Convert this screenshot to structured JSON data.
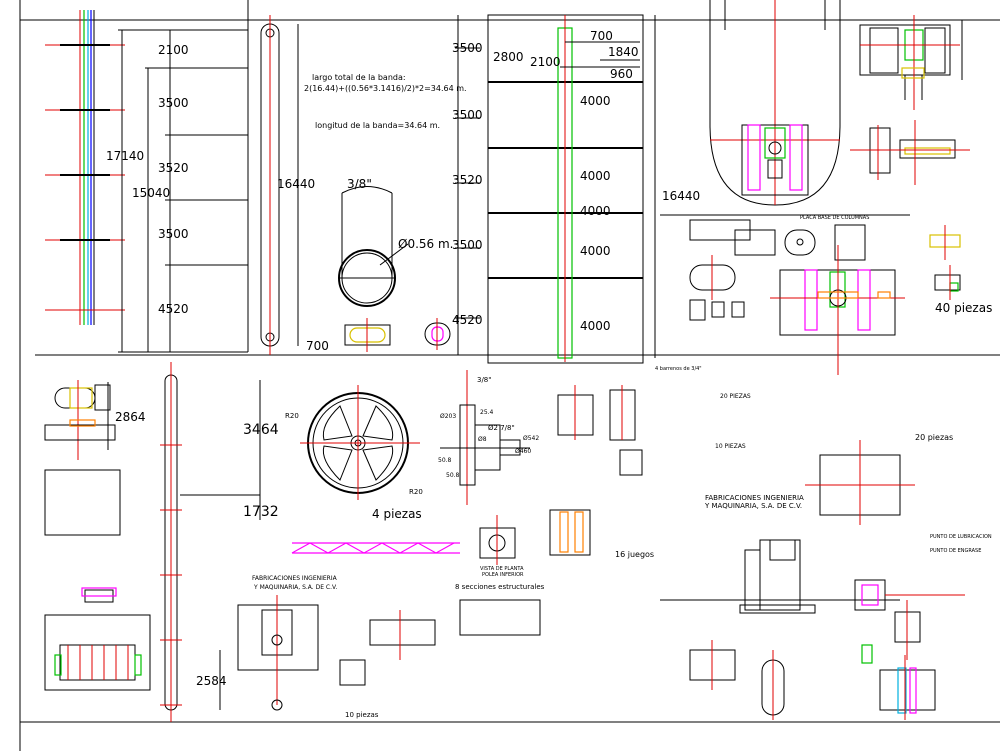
{
  "colors": {
    "background": "#ffffff",
    "linework": "#000000",
    "centerline": "#e00000",
    "accent_green": "#00c000",
    "accent_magenta": "#ff00ff",
    "accent_cyan": "#00b0e0",
    "accent_blue": "#0000ff"
  },
  "tower_elevation": {
    "dims": [
      "2100",
      "3500",
      "3520",
      "3500",
      "4520"
    ],
    "overall_outer": "17140",
    "overall_inner": "15040",
    "belt_height": "16440"
  },
  "belt_note": {
    "line1": "largo total de la banda:",
    "line2": "2(16.44)+((0.56*3.1416)/2)*2=34.64  m.",
    "line3": "longitud de la banda=34.64  m."
  },
  "pulley_small": {
    "plate": "3/8\"",
    "diameter": "Ø0.56  m."
  },
  "bottom_dim": "700",
  "column_frame": {
    "top_dims": [
      "700",
      "1840",
      "2800",
      "2100",
      "960"
    ],
    "left_dims": [
      "3500",
      "3500",
      "3520",
      "3500",
      "4520"
    ],
    "spacing": [
      "4000",
      "4000",
      "4000",
      "4000",
      "4000"
    ],
    "height": "16440"
  },
  "pulley_large": {
    "radius_in": "R20",
    "radius_out": "R20",
    "dims": [
      "3464",
      "1732",
      "2864",
      "2584"
    ],
    "plate": "3/8\"",
    "shaft_d": "Ø2 7/8\"",
    "shaft_vals": [
      "Ø203",
      "25.4",
      "Ø8",
      "Ø542",
      "Ø460",
      "50.8",
      "50.8"
    ],
    "note": "4  piezas"
  },
  "labels": {
    "company1_a": "FABRICACIONES  INGENIERIA",
    "company1_b": "Y  MAQUINARIA,  S.A.  DE  C.V.",
    "company2_a": "FABRICACIONES  INGENIERIA",
    "company2_b": "Y  MAQUINARIA,  S.A.  DE  C.V.",
    "sections": "8  secciones  estructurales",
    "juegos": "16  juegos",
    "piezas_10": "10  piezas",
    "piezas_40": "40  piezas",
    "piezas_20a": "20  PIEZAS",
    "piezas_10b": "10  PIEZAS",
    "piezas_20b": "20  piezas",
    "vista_a": "VISTA  DE  PLANTA",
    "vista_b": "POLEA  INFERIOR",
    "lubricacion": "PUNTO  DE  LUBRICACION",
    "engrase": "PUNTO  DE  ENGRASE",
    "placa": "PLACA  BASE  DE  COLUMNAS",
    "barrenos": "4  barrenos  de  3/4\""
  }
}
